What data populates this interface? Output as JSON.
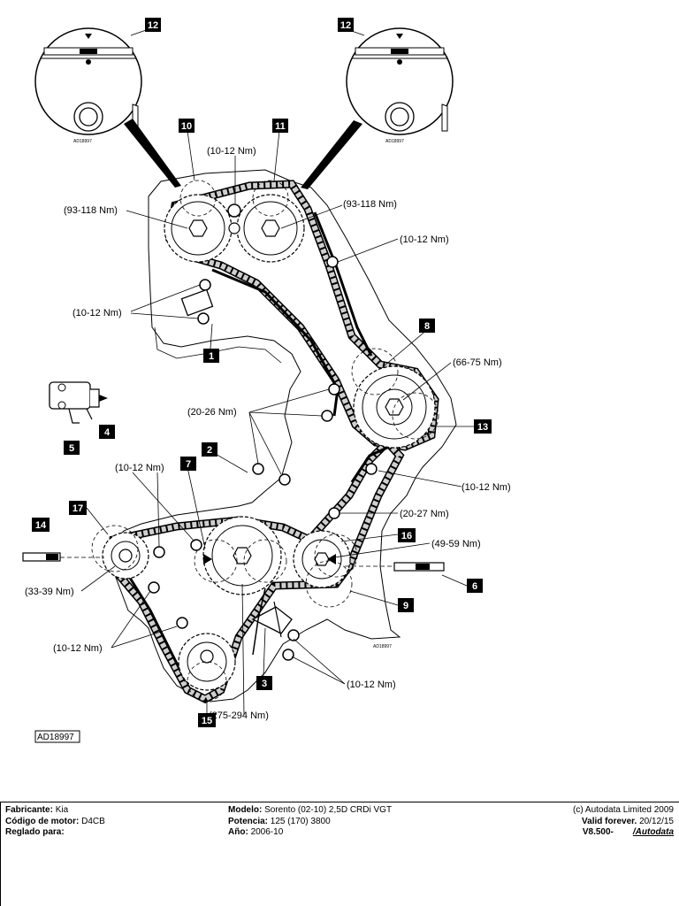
{
  "diagram": {
    "torques": {
      "t_top": "(10-12 Nm)",
      "t_left_cam": "(93-118 Nm)",
      "t_right_cam": "(93-118 Nm)",
      "t_right_guide": "(10-12 Nm)",
      "t_tensioner_top": "(10-12 Nm)",
      "t_idler": "(66-75 Nm)",
      "t_mid_guides": "(20-26 Nm)",
      "t_lower_guide_r": "(10-12 Nm)",
      "t_20_27": "(20-27 Nm)",
      "t_lower_left_bolts": "(10-12 Nm)",
      "t_balance_right": "(49-59 Nm)",
      "t_balance_left": "(33-39 Nm)",
      "t_bottom_left": "(10-12 Nm)",
      "t_bottom_right": "(10-12 Nm)",
      "t_crank": "(275-294 Nm)"
    },
    "callouts": {
      "n1": "1",
      "n2": "2",
      "n3": "3",
      "n4": "4",
      "n5": "5",
      "n6": "6",
      "n7": "7",
      "n8": "8",
      "n9": "9",
      "n10": "10",
      "n11": "11",
      "n12a": "12",
      "n12b": "12",
      "n13": "13",
      "n14": "14",
      "n15": "15",
      "n16": "16",
      "n17": "17"
    },
    "refs": {
      "inset_left": "AD18997",
      "inset_right": "AD18997",
      "small": "AD18997",
      "boxed": "AD18997"
    }
  },
  "footer": {
    "fabricante_label": "Fabricante:",
    "fabricante_value": "Kia",
    "codigo_label": "Código de motor:",
    "codigo_value": "D4CB",
    "reglado_label": "Reglado para:",
    "modelo_label": "Modelo:",
    "modelo_value": "Sorento (02-10) 2,5D CRDi VGT",
    "potencia_label": "Potencia:",
    "potencia_value": "125 (170) 3800",
    "ano_label": "Año:",
    "ano_value": "2006-10",
    "copyright": "(c) Autodata Limited 2009",
    "valid": "Valid forever.",
    "date": "20/12/15",
    "version": "V8.500-",
    "logo": "/Autodata"
  }
}
